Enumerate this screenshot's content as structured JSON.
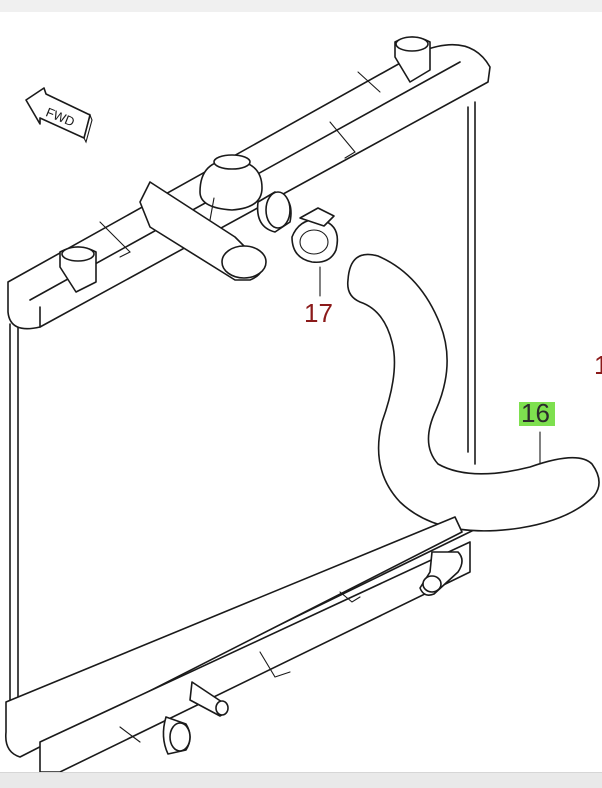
{
  "diagram": {
    "fwd_label": "FWD",
    "callouts": [
      {
        "id": "16",
        "label": "16",
        "color": "#2b2b2b",
        "highlight": "#7ee04f",
        "part": "radiator-inlet-hose"
      },
      {
        "id": "17",
        "label": "17",
        "color": "#8b1a1a",
        "highlight": "",
        "part": "hose-clamp"
      }
    ],
    "cut_off_callout": {
      "label": "1",
      "color": "#8b1a1a"
    }
  }
}
